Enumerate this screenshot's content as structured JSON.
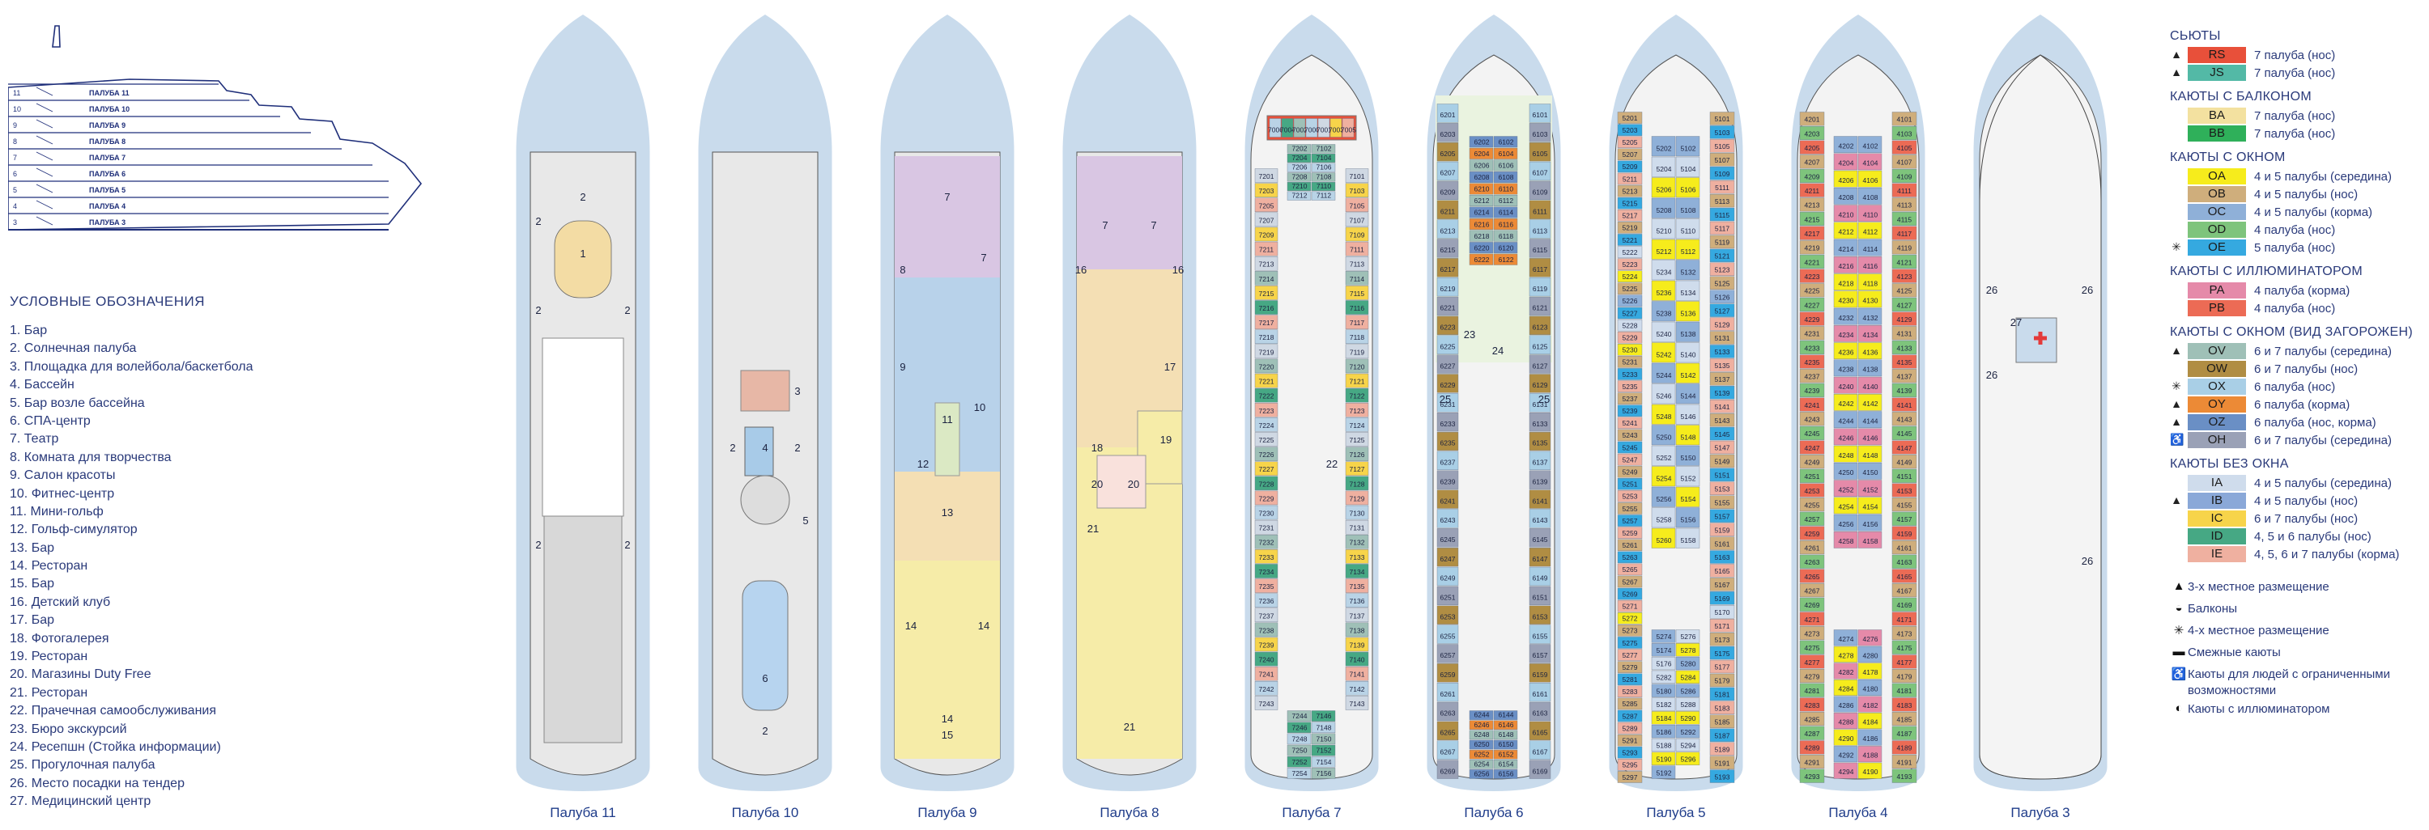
{
  "profile": {
    "deck_labels": [
      "ПАЛУБА 11",
      "ПАЛУБА 10",
      "ПАЛУБА 9",
      "ПАЛУБА 8",
      "ПАЛУБА 7",
      "ПАЛУБА 6",
      "ПАЛУБА 5",
      "ПАЛУБА 4",
      "ПАЛУБА 3"
    ],
    "deck_numbers": [
      "11",
      "10",
      "9",
      "8",
      "7",
      "6",
      "5",
      "4",
      "3"
    ]
  },
  "legend": {
    "title": "УСЛОВНЫЕ ОБОЗНАЧЕНИЯ",
    "items": [
      "1. Бар",
      "2. Солнечная палуба",
      "3. Площадка для волейбола/баскетбола",
      "4. Бассейн",
      "5. Бар возле бассейна",
      "6. СПА-центр",
      "7. Театр",
      "8. Комната для творчества",
      "9. Салон красоты",
      "10. Фитнес-центр",
      "11. Мини-гольф",
      "12. Гольф-симулятор",
      "13. Бар",
      "14. Ресторан",
      "15. Бар",
      "16. Детский клуб",
      "17. Бар",
      "18. Фотогалерея",
      "19. Ресторан",
      "20. Магазины Duty Free",
      "21. Ресторан",
      "22. Прачечная самообслуживания",
      "23. Бюро экскурсий",
      "24. Ресепшн (Стойка информации)",
      "25. Прогулочная палуба",
      "26. Место посадки на тендер",
      "27. Медицинский центр"
    ]
  },
  "decks": [
    {
      "label": "Палуба 11",
      "areas": [
        "2",
        "1",
        "2",
        "2",
        "2",
        "2",
        "2"
      ]
    },
    {
      "label": "Палуба 10",
      "areas": [
        "3",
        "4",
        "2",
        "2",
        "5",
        "6",
        "2"
      ]
    },
    {
      "label": "Палуба 9",
      "areas": [
        "7",
        "7",
        "8",
        "9",
        "10",
        "11",
        "12",
        "13",
        "14",
        "14",
        "14",
        "15"
      ]
    },
    {
      "label": "Палуба 8",
      "areas": [
        "7",
        "7",
        "16",
        "16",
        "17",
        "18",
        "19",
        "20",
        "20",
        "21",
        "21"
      ]
    },
    {
      "label": "Палуба 7",
      "areas": [
        "22"
      ],
      "cabins_left": [
        "7201",
        "7203",
        "7205",
        "7207",
        "7209",
        "7211",
        "7213",
        "7214",
        "7215",
        "7216",
        "7217",
        "7218",
        "7219",
        "7220",
        "7221",
        "7222",
        "7223",
        "7224",
        "7225",
        "7226",
        "7227",
        "7228",
        "7229",
        "7230",
        "7231",
        "7232",
        "7233",
        "7234",
        "7235",
        "7236",
        "7237",
        "7238",
        "7239",
        "7240",
        "7241",
        "7242",
        "7243"
      ],
      "cabins_right": [
        "7101",
        "7103",
        "7105",
        "7107",
        "7109",
        "7111",
        "7113",
        "7114",
        "7115",
        "7116",
        "7117",
        "7118",
        "7119",
        "7120",
        "7121",
        "7122",
        "7123",
        "7124",
        "7125",
        "7126",
        "7127",
        "7128",
        "7129",
        "7130",
        "7131",
        "7132",
        "7133",
        "7134",
        "7135",
        "7136",
        "7137",
        "7138",
        "7139",
        "7140",
        "7141",
        "7142",
        "7143"
      ],
      "bow_cabins": [
        "7006",
        "7004",
        "7002",
        "7000",
        "7001",
        "7003",
        "7005"
      ],
      "center_cabins": [
        "7202",
        "7102",
        "7204",
        "7104",
        "7206",
        "7106",
        "7208",
        "7108",
        "7210",
        "7110",
        "7212",
        "7112"
      ],
      "aft_cabins": [
        "7244",
        "7146",
        "7246",
        "7148",
        "7248",
        "7150",
        "7250",
        "7152",
        "7252",
        "7154",
        "7254",
        "7156"
      ]
    },
    {
      "label": "Палуба 6",
      "areas": [
        "23",
        "24",
        "25",
        "25"
      ],
      "cabins_left": [
        "6201",
        "6203",
        "6205",
        "6207",
        "6209",
        "6211",
        "6213",
        "6215",
        "6217",
        "6219",
        "6221",
        "6223",
        "6225",
        "6227",
        "6229",
        "6231",
        "6233",
        "6235",
        "6237",
        "6239",
        "6241",
        "6243",
        "6245",
        "6247",
        "6249",
        "6251",
        "6253",
        "6255",
        "6257",
        "6259",
        "6261",
        "6263",
        "6265",
        "6267",
        "6269"
      ],
      "cabins_right": [
        "6101",
        "6103",
        "6105",
        "6107",
        "6109",
        "6111",
        "6113",
        "6115",
        "6117",
        "6119",
        "6121",
        "6123",
        "6125",
        "6127",
        "6129",
        "6131",
        "6133",
        "6135",
        "6137",
        "6139",
        "6141",
        "6143",
        "6145",
        "6147",
        "6149",
        "6151",
        "6153",
        "6155",
        "6157",
        "6159",
        "6161",
        "6163",
        "6165",
        "6167",
        "6169"
      ],
      "center_cabins": [
        "6202",
        "6102",
        "6204",
        "6104",
        "6206",
        "6106",
        "6208",
        "6108",
        "6210",
        "6110",
        "6212",
        "6112",
        "6214",
        "6114",
        "6216",
        "6116",
        "6218",
        "6118",
        "6220",
        "6120",
        "6222",
        "6122"
      ],
      "aft_cabins": [
        "6244",
        "6144",
        "6246",
        "6146",
        "6248",
        "6148",
        "6250",
        "6150",
        "6252",
        "6152",
        "6254",
        "6154",
        "6256",
        "6156"
      ]
    },
    {
      "label": "Палуба 5",
      "areas": [],
      "cabins_left": [
        "5201",
        "5203",
        "5205",
        "5207",
        "5209",
        "5211",
        "5213",
        "5215",
        "5217",
        "5219",
        "5221",
        "5222",
        "5223",
        "5224",
        "5225",
        "5226",
        "5227",
        "5228",
        "5229",
        "5230",
        "5231",
        "5233",
        "5235",
        "5237",
        "5239",
        "5241",
        "5243",
        "5245",
        "5247",
        "5249",
        "5251",
        "5253",
        "5255",
        "5257",
        "5259",
        "5261",
        "5263",
        "5265",
        "5267",
        "5269",
        "5271",
        "5272",
        "5273",
        "5275",
        "5277",
        "5279",
        "5281",
        "5283",
        "5285",
        "5287",
        "5289",
        "5291",
        "5293",
        "5295",
        "5297"
      ],
      "cabins_right": [
        "5101",
        "5103",
        "5105",
        "5107",
        "5109",
        "5111",
        "5113",
        "5115",
        "5117",
        "5119",
        "5121",
        "5123",
        "5125",
        "5126",
        "5127",
        "5129",
        "5131",
        "5133",
        "5135",
        "5137",
        "5139",
        "5141",
        "5143",
        "5145",
        "5147",
        "5149",
        "5151",
        "5153",
        "5155",
        "5157",
        "5159",
        "5161",
        "5163",
        "5165",
        "5167",
        "5169",
        "5170",
        "5171",
        "5173",
        "5175",
        "5177",
        "5179",
        "5181",
        "5183",
        "5185",
        "5187",
        "5189",
        "5191",
        "5193"
      ],
      "center_cabins": [
        "5202",
        "5102",
        "5204",
        "5104",
        "5206",
        "5106",
        "5208",
        "5108",
        "5210",
        "5110",
        "5212",
        "5112",
        "5234",
        "5132",
        "5236",
        "5134",
        "5238",
        "5136",
        "5240",
        "5138",
        "5242",
        "5140",
        "5244",
        "5142",
        "5246",
        "5144",
        "5248",
        "5146",
        "5250",
        "5148",
        "5252",
        "5150",
        "5254",
        "5152",
        "5256",
        "5154",
        "5258",
        "5156",
        "5260",
        "5158"
      ],
      "aft_cabins": [
        "5274",
        "5276",
        "5174",
        "5278",
        "5176",
        "5280",
        "5282",
        "5284",
        "5180",
        "5286",
        "5182",
        "5288",
        "5184",
        "5290",
        "5186",
        "5292",
        "5188",
        "5294",
        "5190",
        "5296",
        "5192"
      ]
    },
    {
      "label": "Палуба 4",
      "areas": [],
      "cabins_left": [
        "4201",
        "4203",
        "4205",
        "4207",
        "4209",
        "4211",
        "4213",
        "4215",
        "4217",
        "4219",
        "4221",
        "4223",
        "4225",
        "4227",
        "4229",
        "4231",
        "4233",
        "4235",
        "4237",
        "4239",
        "4241",
        "4243",
        "4245",
        "4247",
        "4249",
        "4251",
        "4253",
        "4255",
        "4257",
        "4259",
        "4261",
        "4263",
        "4265",
        "4267",
        "4269",
        "4271",
        "4273",
        "4275",
        "4277",
        "4279",
        "4281",
        "4283",
        "4285",
        "4287",
        "4289",
        "4291",
        "4293"
      ],
      "cabins_right": [
        "4101",
        "4103",
        "4105",
        "4107",
        "4109",
        "4111",
        "4113",
        "4115",
        "4117",
        "4119",
        "4121",
        "4123",
        "4125",
        "4127",
        "4129",
        "4131",
        "4133",
        "4135",
        "4137",
        "4139",
        "4141",
        "4143",
        "4145",
        "4147",
        "4149",
        "4151",
        "4153",
        "4155",
        "4157",
        "4159",
        "4161",
        "4163",
        "4165",
        "4167",
        "4169",
        "4171",
        "4173",
        "4175",
        "4177",
        "4179",
        "4181",
        "4183",
        "4185",
        "4187",
        "4189",
        "4191",
        "4193"
      ],
      "center_cabins": [
        "4202",
        "4102",
        "4204",
        "4104",
        "4206",
        "4106",
        "4208",
        "4108",
        "4210",
        "4110",
        "4212",
        "4112",
        "4214",
        "4114",
        "4216",
        "4116",
        "4218",
        "4118",
        "4230",
        "4130",
        "4232",
        "4132",
        "4234",
        "4134",
        "4236",
        "4136",
        "4238",
        "4138",
        "4240",
        "4140",
        "4242",
        "4142",
        "4244",
        "4144",
        "4246",
        "4146",
        "4248",
        "4148",
        "4250",
        "4150",
        "4252",
        "4152",
        "4254",
        "4154",
        "4256",
        "4156",
        "4258",
        "4158"
      ],
      "aft_cabins": [
        "4274",
        "4276",
        "4278",
        "4280",
        "4282",
        "4178",
        "4284",
        "4180",
        "4286",
        "4182",
        "4288",
        "4184",
        "4290",
        "4186",
        "4292",
        "4188",
        "4294",
        "4190"
      ]
    },
    {
      "label": "Палуба 3",
      "areas": [
        "26",
        "26",
        "27",
        "26",
        "26"
      ]
    }
  ],
  "categories": [
    {
      "heading": "СЬЮТЫ",
      "rows": [
        {
          "code": "RS",
          "desc": "7 палуба (нос)",
          "color": "#e8503a",
          "mark": "▲"
        },
        {
          "code": "JS",
          "desc": "7 палуба (нос)",
          "color": "#53b9a6",
          "mark": "▲"
        }
      ]
    },
    {
      "heading": "КАЮТЫ С БАЛКОНОМ",
      "rows": [
        {
          "code": "BA",
          "desc": "7 палуба (нос)",
          "color": "#f3e1a0",
          "mark": ""
        },
        {
          "code": "BB",
          "desc": "7 палуба (нос)",
          "color": "#2fb05a",
          "mark": ""
        }
      ]
    },
    {
      "heading": "КАЮТЫ С ОКНОМ",
      "rows": [
        {
          "code": "OA",
          "desc": "4 и 5 палубы (середина)",
          "color": "#f6ec1c",
          "mark": ""
        },
        {
          "code": "OB",
          "desc": "4 и 5 палубы (нос)",
          "color": "#cfae7c",
          "mark": ""
        },
        {
          "code": "OC",
          "desc": "4 и 5 палубы (корма)",
          "color": "#8fb0d8",
          "mark": ""
        },
        {
          "code": "OD",
          "desc": "4 палуба (нос)",
          "color": "#7ec47c",
          "mark": ""
        },
        {
          "code": "OE",
          "desc": "5 палуба (нос)",
          "color": "#35a9e0",
          "mark": "✳"
        }
      ]
    },
    {
      "heading": "КАЮТЫ С ИЛЛЮМИНАТОРОМ",
      "rows": [
        {
          "code": "PA",
          "desc": "4 палуба (корма)",
          "color": "#e58aa9",
          "mark": ""
        },
        {
          "code": "PB",
          "desc": "4 палуба (нос)",
          "color": "#ec6b55",
          "mark": ""
        }
      ]
    },
    {
      "heading": "КАЮТЫ С ОКНОМ (ВИД ЗАГОРОЖЕН)",
      "rows": [
        {
          "code": "OV",
          "desc": "6 и 7 палубы (середина)",
          "color": "#9fc0b7",
          "mark": "▲"
        },
        {
          "code": "OW",
          "desc": "6 и 7 палубы (нос)",
          "color": "#b08d43",
          "mark": ""
        },
        {
          "code": "OX",
          "desc": "6 палуба (нос)",
          "color": "#a9cfe6",
          "mark": "✳"
        },
        {
          "code": "OY",
          "desc": "6 палуба (корма)",
          "color": "#ec8a36",
          "mark": "▲"
        },
        {
          "code": "OZ",
          "desc": "6 палуба (нос, корма)",
          "color": "#6a8fc5",
          "mark": "▲"
        },
        {
          "code": "OH",
          "desc": "6 и 7 палубы (середина)",
          "color": "#9aa1b6",
          "mark": "♿"
        }
      ]
    },
    {
      "heading": "КАЮТЫ БЕЗ ОКНА",
      "rows": [
        {
          "code": "IA",
          "desc": "4 и 5 палубы (середина)",
          "color": "#cfdcec",
          "mark": ""
        },
        {
          "code": "IB",
          "desc": "4 и 5 палубы (нос)",
          "color": "#8aa8d8",
          "mark": "▲"
        },
        {
          "code": "IC",
          "desc": "6 и 7 палубы (нос)",
          "color": "#f7d44a",
          "mark": ""
        },
        {
          "code": "ID",
          "desc": "4, 5 и 6 палубы (нос)",
          "color": "#46a884",
          "mark": ""
        },
        {
          "code": "IE",
          "desc": "4, 5, 6 и 7 палубы (корма)",
          "color": "#efb0a0",
          "mark": ""
        }
      ]
    }
  ],
  "symbols": [
    {
      "icon": "▲",
      "text": "3-х местное размещение"
    },
    {
      "icon": "◒",
      "text": "Балконы"
    },
    {
      "icon": "✳",
      "text": "4-х местное размещение"
    },
    {
      "icon": "▬",
      "text": "Смежные каюты"
    },
    {
      "icon": "♿",
      "text": "Каюты для людей с ограниченными возможностями"
    },
    {
      "icon": "◐",
      "text": "Каюты с иллюминатором"
    }
  ]
}
